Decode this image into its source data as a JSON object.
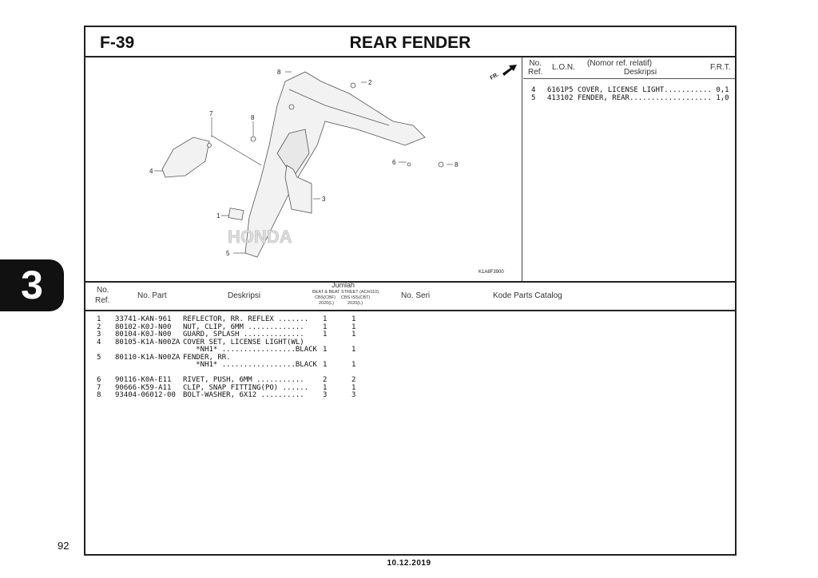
{
  "header": {
    "section_code": "F-39",
    "title": "REAR FENDER"
  },
  "diagram": {
    "drawing_code": "K1A8F3900",
    "front_indicator": "FR.",
    "callouts": [
      "1",
      "2",
      "3",
      "4",
      "5",
      "6",
      "7",
      "8",
      "8",
      "8"
    ],
    "watermark": "HONDA"
  },
  "frt_table": {
    "headers": {
      "no_ref": "No.\nRef.",
      "lon": "L.O.N.",
      "desc_top": "(Nomor ref. relatif)",
      "desc": "Deskripsi",
      "frt": "F.R.T."
    },
    "rows": [
      {
        "ref": "4",
        "lon": "6161P5",
        "desc": "COVER, LICENSE LIGHT...........",
        "frt": "0,1"
      },
      {
        "ref": "5",
        "lon": "413102",
        "desc": "FENDER, REAR...................",
        "frt": "1,0"
      }
    ]
  },
  "parts_table": {
    "headers": {
      "no_ref": "No.",
      "no_ref2": "Ref.",
      "no_part": "No. Part",
      "desc": "Deskripsi",
      "jumlah": "Jumlah",
      "model": "BEAT & BEAT STREET (ACH110)",
      "col1": "CBS(CBF)",
      "col2": "CBS ISS(CBT)",
      "year1": "2020(L)",
      "year2": "2020(L)",
      "no_seri": "No. Seri",
      "catalog": "Kode Parts Catalog"
    },
    "rows": [
      {
        "ref": "1",
        "part": "33741-KAN-961",
        "desc": "REFLECTOR, RR. REFLEX .......",
        "q1": "1",
        "q2": "1"
      },
      {
        "ref": "2",
        "part": "80102-K0J-N00",
        "desc": "NUT, CLIP, 6MM .............",
        "q1": "1",
        "q2": "1"
      },
      {
        "ref": "3",
        "part": "80104-K0J-N00",
        "desc": "GUARD, SPLASH ..............",
        "q1": "1",
        "q2": "1"
      },
      {
        "ref": "4",
        "part": "80105-K1A-N00ZA",
        "desc": "COVER SET, LICENSE LIGHT(WL)",
        "q1": "",
        "q2": ""
      },
      {
        "ref": "",
        "part": "",
        "desc": "   *NH1* .................BLACK",
        "q1": "1",
        "q2": "1"
      },
      {
        "ref": "5",
        "part": "80110-K1A-N00ZA",
        "desc": "FENDER, RR.",
        "q1": "",
        "q2": ""
      },
      {
        "ref": "",
        "part": "",
        "desc": "   *NH1* .................BLACK",
        "q1": "1",
        "q2": "1"
      },
      {
        "ref": "6",
        "part": "90116-K0A-E11",
        "desc": "RIVET, PUSH, 6MM ...........",
        "q1": "2",
        "q2": "2"
      },
      {
        "ref": "7",
        "part": "90666-K59-A11",
        "desc": "CLIP, SNAP FITTING(PO) ......",
        "q1": "1",
        "q2": "1"
      },
      {
        "ref": "8",
        "part": "93404-06012-00",
        "desc": "BOLT-WASHER, 6X12 ..........",
        "q1": "3",
        "q2": "3"
      }
    ]
  },
  "side_tab": "3",
  "page_number": "92",
  "footer_date": "10.12.2019"
}
